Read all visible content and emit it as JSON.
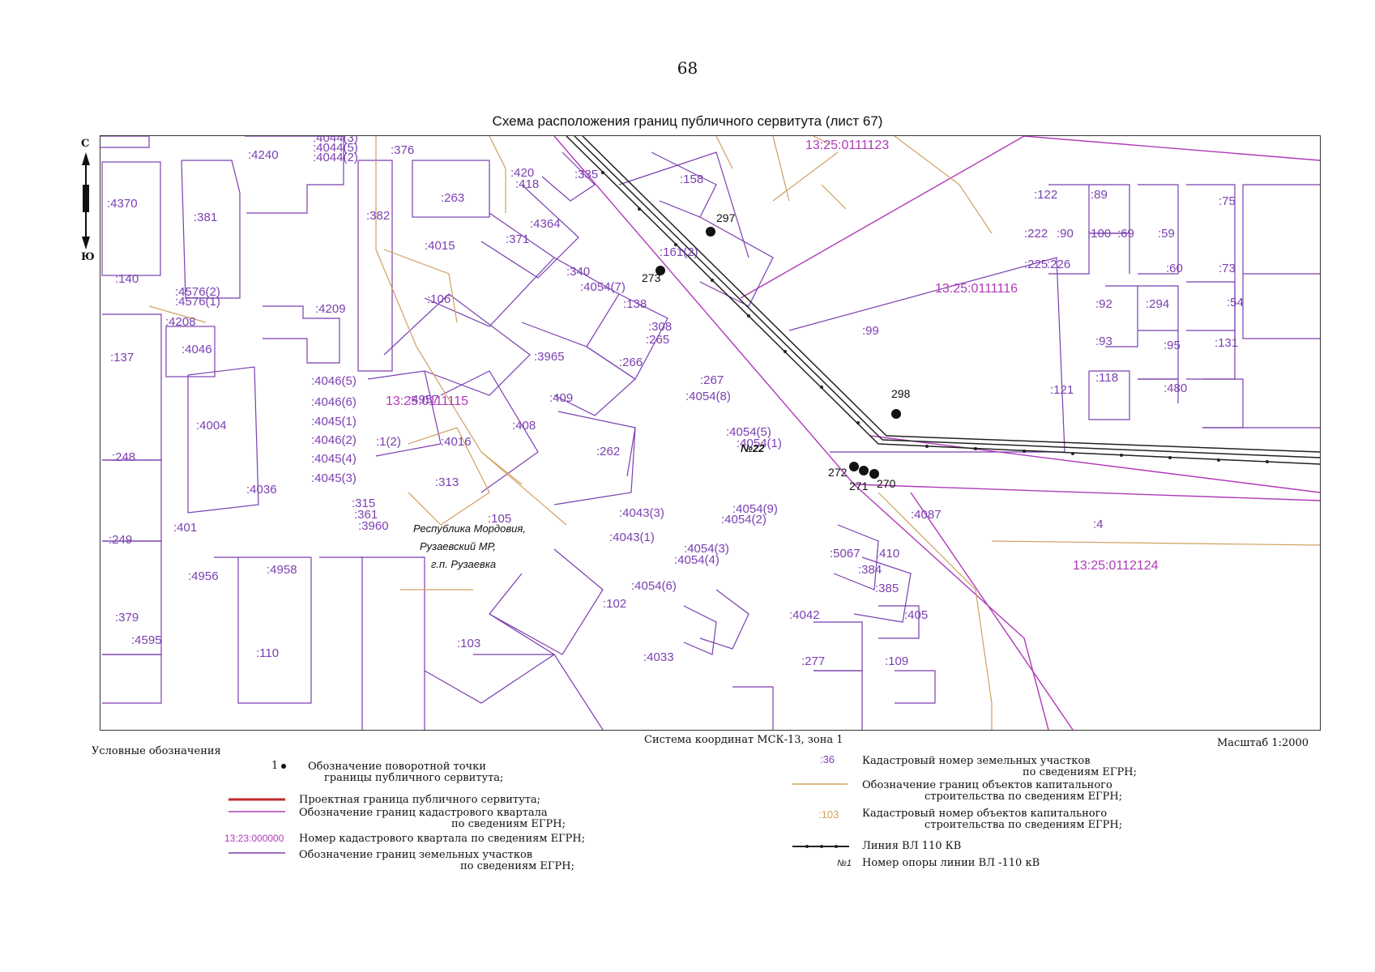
{
  "page_number": "68",
  "map_title": "Схема расположения границ публичного сервитута (лист 67)",
  "compass": {
    "north": "С",
    "south": "Ю"
  },
  "coord_system": "Система координат МСК-13, зона 1",
  "scale": "Масштаб 1:2000",
  "legend_title": "Условные обозначения",
  "legend": {
    "point": {
      "symbol": "1",
      "text1": "Обозначение поворотной точки",
      "text2": "границы публичного сервитута;"
    },
    "project_border": {
      "text": "Проектная граница публичного сервитута;"
    },
    "quarter_border": {
      "text1": "Обозначение границ кадастрового квартала",
      "text2": "по сведениям ЕГРН;"
    },
    "quarter_number": {
      "symbol": "13:23:000000",
      "text": "Номер кадастрового квартала по сведениям ЕГРН;"
    },
    "parcel_border": {
      "text1": "Обозначение границ земельных участков",
      "text2": "по сведениям ЕГРН;"
    },
    "parcel_number": {
      "symbol": ":36",
      "text1": "Кадастровый номер земельных участков",
      "text2": "по сведениям ЕГРН;"
    },
    "building_border": {
      "text1": "Обозначение границ объектов капитального",
      "text2": "строительства по сведениям ЕГРН;"
    },
    "building_number": {
      "symbol": ":103",
      "text1": "Кадастровый номер объектов капитального",
      "text2": "строительства по сведениям ЕГРН;"
    },
    "power_line": {
      "text": "Линия ВЛ 110 КВ"
    },
    "pole": {
      "symbol": "№1",
      "text": "Номер опоры линии ВЛ -110 кВ"
    }
  },
  "quarters": [
    "13:25:0111123",
    "13:25:0111116",
    "13:25:0112124",
    "13:25:0111115"
  ],
  "admin_label": [
    "Республика Мордовия,",
    "Рузаевский МР,",
    "г.п. Рузаевка"
  ],
  "pole_label": "№22",
  "points": [
    "297",
    "273",
    "298",
    "272",
    "271",
    "270"
  ],
  "parcels": [
    ":4370",
    ":381",
    ":4240",
    ":376",
    ":263",
    ":382",
    ":4364",
    ":158",
    ":335",
    ":340",
    ":106",
    ":4209",
    ":4208",
    ":137",
    ":4004",
    ":248",
    ":249",
    ":379",
    ":4595",
    ":110",
    ":4958",
    ":4956",
    ":4036",
    ":313",
    ":105",
    ":102",
    ":103",
    ":262",
    ":408",
    ":409",
    ":266",
    ":265",
    ":267",
    ":99",
    ":4",
    ":405",
    ":384",
    ":385",
    ":277",
    ":109",
    ":4033",
    ":4043(1)",
    ":4054(6)",
    ":4054(3)",
    ":4054(4)",
    ":4054(9)",
    ":4054(2)",
    ":4054(5)",
    ":4054(1)",
    ":4054(8)",
    ":4054(7)",
    ":138",
    ":308",
    ":122",
    ":89",
    ":90",
    ":100",
    ":69",
    ":59",
    ":75",
    ":73",
    ":60",
    ":92",
    ":294",
    ":93",
    ":95",
    ":118",
    ":121",
    ":480",
    ":131",
    ":54",
    ":222",
    ":225",
    ":226",
    ":4046",
    ":4046(5)",
    ":4046(6)",
    ":4045(1)",
    ":4046(2)",
    ":4045(4)",
    ":4045(3)",
    ":4576(2)",
    ":4576(1)",
    ":4044(3)",
    ":4044(5)",
    ":4044(2)",
    ":140",
    ":5067",
    ":410",
    ":315",
    ":161(2)",
    ":4015",
    ":371",
    ":418",
    ":420",
    ":4957",
    ":4016",
    ":1(2)",
    ":361",
    ":3960",
    ":401",
    ":3965",
    ":4042",
    ":4087",
    ":4043(3)"
  ],
  "colors": {
    "parcel": "#7a3fb0",
    "quarter": "#b03ab8",
    "building": "#d0700a",
    "line": "#222222"
  }
}
